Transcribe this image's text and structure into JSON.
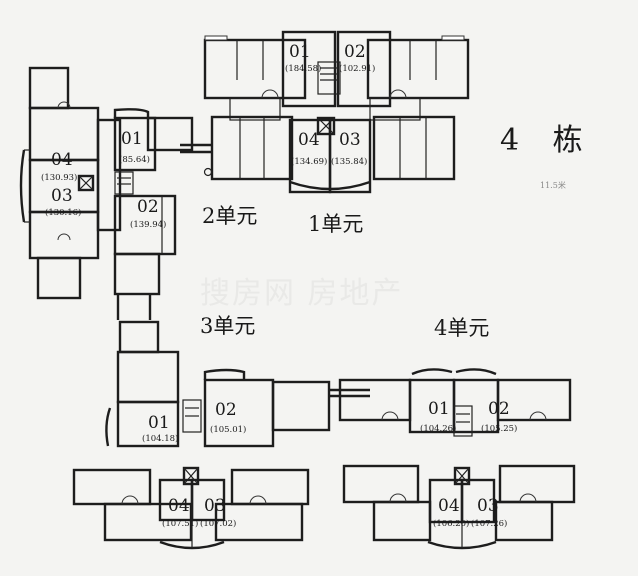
{
  "building": {
    "title": "4 栋",
    "note": "11.5米"
  },
  "units": [
    {
      "name": "1单元",
      "apartments": [
        {
          "no": "01",
          "area": "(184.58)"
        },
        {
          "no": "02",
          "area": "(102.91)"
        },
        {
          "no": "04",
          "area": "(134.69)"
        },
        {
          "no": "03",
          "area": "(135.84)"
        }
      ]
    },
    {
      "name": "2单元",
      "apartments": [
        {
          "no": "01",
          "area": "(85.64)"
        },
        {
          "no": "02",
          "area": "(139.94)"
        },
        {
          "no": "04",
          "area": "(130.93)"
        },
        {
          "no": "03",
          "area": "(130.16)"
        }
      ]
    },
    {
      "name": "3单元",
      "apartments": [
        {
          "no": "01",
          "area": "(104.18)"
        },
        {
          "no": "02",
          "area": "(105.01)"
        },
        {
          "no": "04",
          "area": "(107.51)"
        },
        {
          "no": "03",
          "area": "(107.02)"
        }
      ]
    },
    {
      "name": "4单元",
      "apartments": [
        {
          "no": "01",
          "area": "(104.26)"
        },
        {
          "no": "02",
          "area": "(105.25)"
        },
        {
          "no": "04",
          "area": "(106.20)"
        },
        {
          "no": "03",
          "area": "(107.26)"
        }
      ]
    }
  ],
  "watermark": "搜房网 房地产"
}
